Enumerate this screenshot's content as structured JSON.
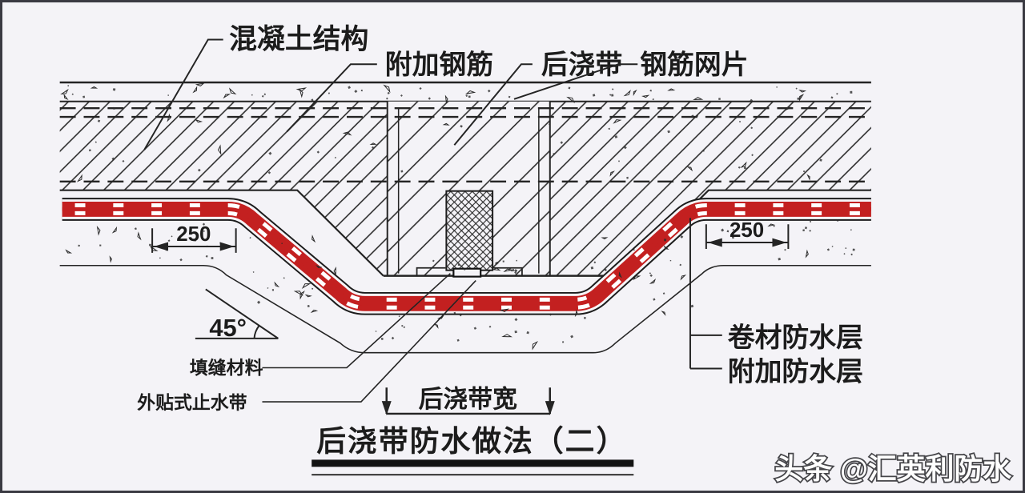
{
  "diagram": {
    "callouts": {
      "concrete_structure": "混凝土结构",
      "additional_rebar": "附加钢筋",
      "post_cast_strip": "后浇带",
      "rebar_mesh": "钢筋网片",
      "membrane_layer": "卷材防水层",
      "additional_membrane_layer": "附加防水层",
      "joint_filler": "填缝材料",
      "external_waterstop": "外贴式止水带"
    },
    "dimensions": {
      "left_lap": "250",
      "right_lap": "250",
      "angle": "45°",
      "strip_width": "后浇带宽"
    },
    "title": "后浇带防水做法（二）",
    "watermark": "头条 @汇英利防水",
    "colors": {
      "membrane_red": "#c32020",
      "line": "#242424",
      "background": "#f4f3f7"
    }
  }
}
